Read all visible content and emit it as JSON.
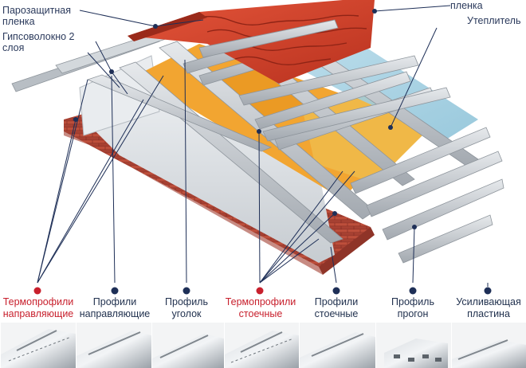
{
  "labels": {
    "vapor_barrier": "Парозащитная пленка",
    "gypsum_fiber": "Гипсоволокно 2 слоя",
    "membrane": "пленка",
    "insulation": "Утеплитель"
  },
  "profiles": [
    {
      "name": "Термопрофили направляющие",
      "highlight": true
    },
    {
      "name": "Профили направляющие",
      "highlight": false
    },
    {
      "name": "Профиль уголок",
      "highlight": false
    },
    {
      "name": "Термопрофили стоечные",
      "highlight": true
    },
    {
      "name": "Профили стоечные",
      "highlight": false
    },
    {
      "name": "Профиль прогон",
      "highlight": false
    },
    {
      "name": "Усиливающая пластина",
      "highlight": false
    }
  ],
  "colors": {
    "accent_red": "#c8202d",
    "navy": "#1e2f57",
    "tile": "#d8442e",
    "brick": "#b8473a",
    "insulation": "#f2a531",
    "membrane": "#a9d4e6",
    "steel": "#c9ced4"
  }
}
